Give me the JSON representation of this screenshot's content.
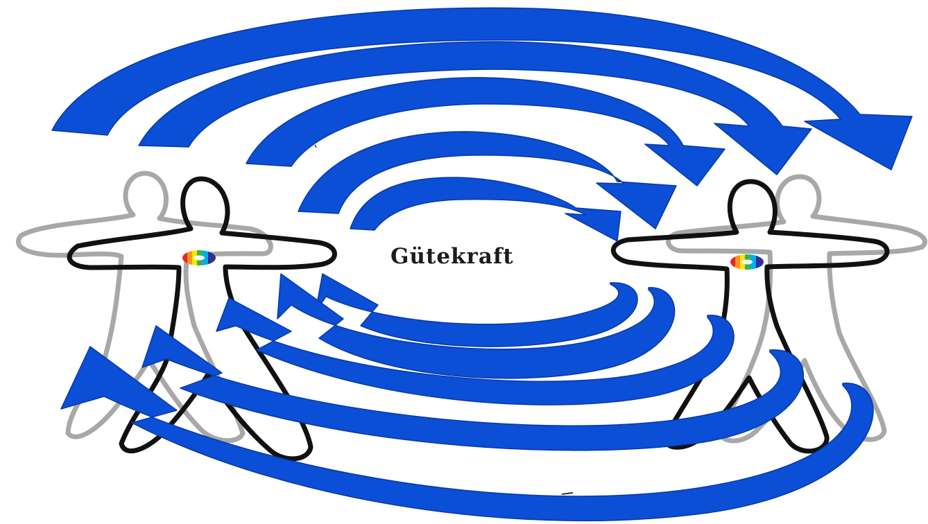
{
  "title": "Gütekraft",
  "colors": {
    "arrow_fill": "#0a4fd6",
    "arrow_edge": "#0838a8",
    "figure_front": "#111111",
    "figure_back": "#a8a8a8",
    "background": "#ffffff",
    "heart_rainbow": [
      "#e8262a",
      "#f7941d",
      "#ffe600",
      "#39b54a",
      "#00aeef",
      "#2e3192"
    ]
  },
  "figures": [
    {
      "name": "left-person",
      "icon": "person-outline-icon",
      "shadow_icon": "person-shadow-icon",
      "heart_icon": "rainbow-heart-icon"
    },
    {
      "name": "right-person",
      "icon": "person-outline-icon",
      "shadow_icon": "person-shadow-icon",
      "heart_icon": "rainbow-heart-icon"
    }
  ],
  "arrows": {
    "upper_direction": "left-to-right",
    "lower_direction": "right-to-left",
    "upper_count": 5,
    "lower_count": 5
  }
}
